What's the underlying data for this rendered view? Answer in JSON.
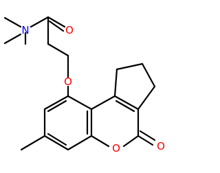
{
  "molecule": {
    "atoms": {
      "n1": "N",
      "o_amide": "O",
      "o_ether": "O",
      "o_ring": "O",
      "o_carbonyl": "O"
    },
    "colors": {
      "bond": "#000000",
      "oxygen": "#ff0000",
      "nitrogen": "#0000ff",
      "background": "#ffffff"
    }
  }
}
